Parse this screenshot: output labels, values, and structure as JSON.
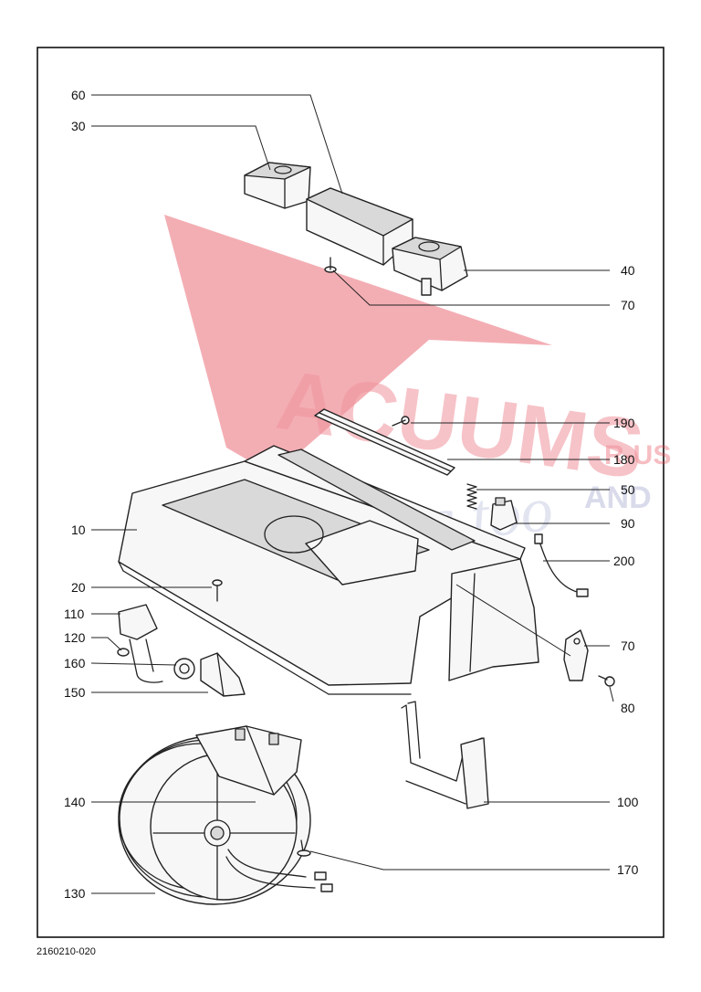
{
  "callouts": [
    {
      "id": "60",
      "text": "60"
    },
    {
      "id": "30",
      "text": "30"
    },
    {
      "id": "40",
      "text": "40"
    },
    {
      "id": "70a",
      "text": "70"
    },
    {
      "id": "190",
      "text": "190"
    },
    {
      "id": "180",
      "text": "180"
    },
    {
      "id": "50",
      "text": "50"
    },
    {
      "id": "90",
      "text": "90"
    },
    {
      "id": "10",
      "text": "10"
    },
    {
      "id": "200",
      "text": "200"
    },
    {
      "id": "20",
      "text": "20"
    },
    {
      "id": "110",
      "text": "110"
    },
    {
      "id": "120",
      "text": "120"
    },
    {
      "id": "160",
      "text": "160"
    },
    {
      "id": "150",
      "text": "150"
    },
    {
      "id": "70b",
      "text": "70"
    },
    {
      "id": "80",
      "text": "80"
    },
    {
      "id": "140",
      "text": "140"
    },
    {
      "id": "100",
      "text": "100"
    },
    {
      "id": "170",
      "text": "170"
    },
    {
      "id": "130",
      "text": "130"
    }
  ],
  "watermark": {
    "main": "ACUUMS",
    "top_right": "R-US",
    "and": "AND",
    "script": "Sewing too",
    "color": "#e23b4a",
    "secondary_color": "#8a93c2"
  },
  "document_code": "2160210-020"
}
